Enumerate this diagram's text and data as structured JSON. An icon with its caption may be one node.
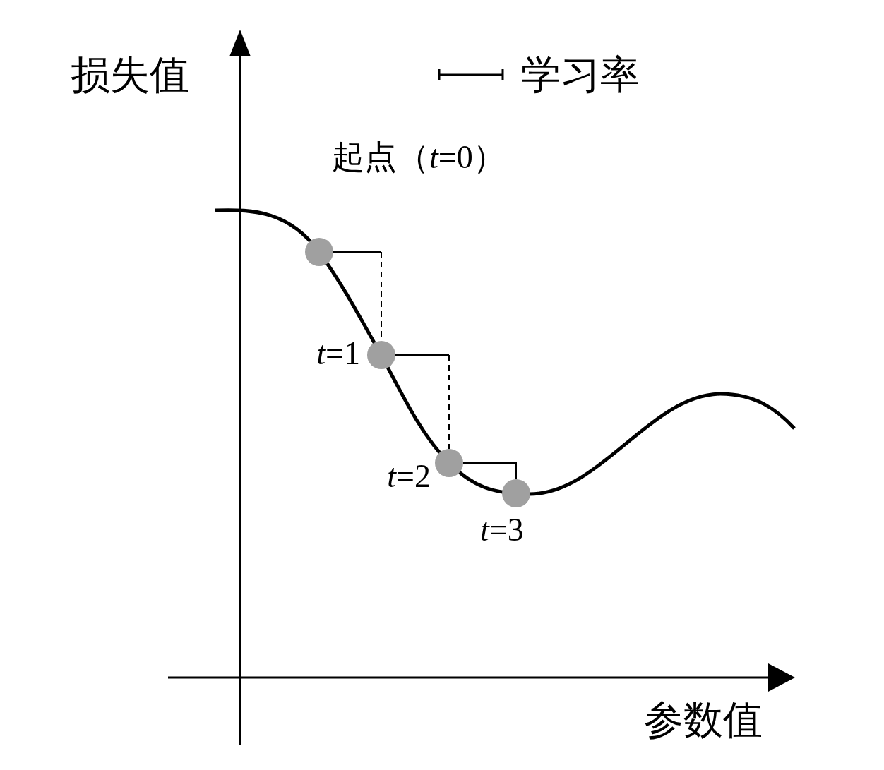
{
  "diagram": {
    "nodes": [
      {
        "text": [],
        "shape": "circle",
        "beside": [
          "起点（*t*=0）"
        ]
      },
      {
        "text": [],
        "shape": "circle",
        "beside": [
          "*t*=1"
        ]
      },
      {
        "text": [],
        "shape": "circle",
        "beside": [
          "*t*=2"
        ]
      },
      {
        "text": [],
        "shape": "circle",
        "beside": [
          "*t*=3"
        ]
      }
    ],
    "edges": [
      {
        "from": 0,
        "to": 1,
        "arrow": "none",
        "style": "dashed"
      },
      {
        "from": 1,
        "to": 2,
        "arrow": "none",
        "style": "dashed"
      },
      {
        "from": 2,
        "to": 3,
        "arrow": "none"
      }
    ],
    "labels": [
      "损失值",
      "参数值"
    ],
    "legend": [
      {
        "text": "学习率"
      }
    ]
  }
}
